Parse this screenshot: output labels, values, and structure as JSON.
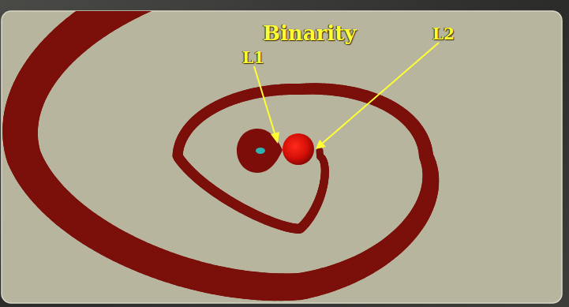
{
  "diagram": {
    "title": "Binarity",
    "labels": [
      "L1",
      "L2"
    ]
  }
}
